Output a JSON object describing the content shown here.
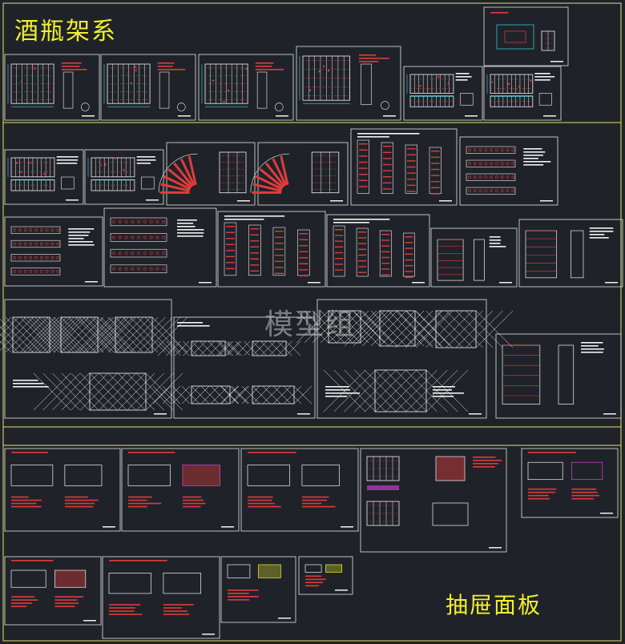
{
  "titles": {
    "main": "酒瓶架系",
    "sub": "抽屉面板"
  },
  "watermark": "模型组",
  "colors": {
    "background": "#1f2329",
    "frame": "#e8e06a",
    "sheet_border": "#e6e6e6",
    "cyan": "#3fd7e6",
    "red": "#e23b3b",
    "white": "#f2f2f2",
    "magenta": "#e040e0",
    "yellow": "#f3ef2d"
  }
}
